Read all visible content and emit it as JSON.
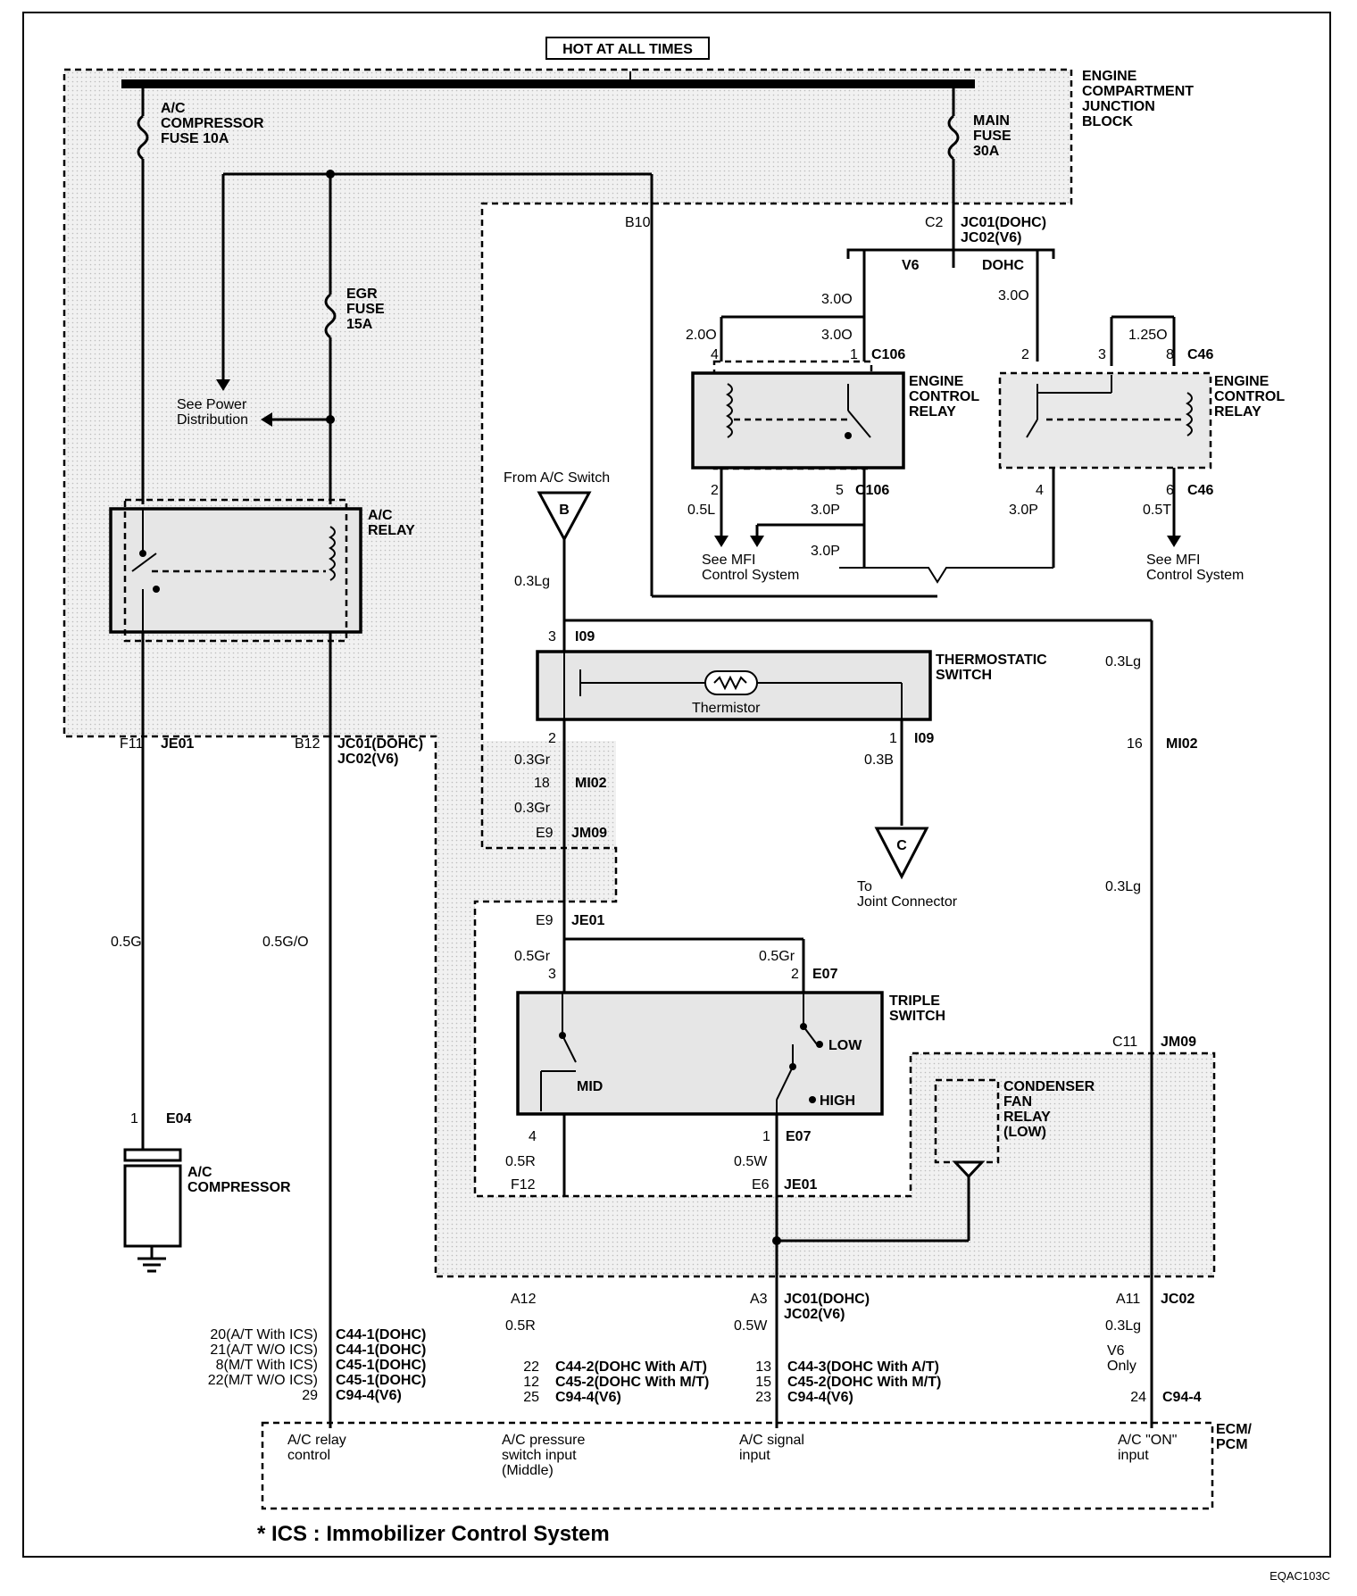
{
  "header": {
    "hot_label": "HOT AT ALL TIMES"
  },
  "junction_block": {
    "title": "ENGINE\nCOMPARTMENT\nJUNCTION\nBLOCK"
  },
  "fuses": {
    "ac_comp": "A/C\nCOMPRESSOR\nFUSE 10A",
    "main": "MAIN\nFUSE\n30A",
    "egr": "EGR\nFUSE\n15A"
  },
  "power_dist": "See Power\nDistribution",
  "ac_relay": {
    "title": "A/C\nRELAY"
  },
  "engine_relay_v6": {
    "title": "ENGINE\nCONTROL\nRELAY"
  },
  "engine_relay_dohc": {
    "title": "ENGINE\nCONTROL\nRELAY"
  },
  "thermo_switch": {
    "title": "THERMOSTATIC\nSWITCH",
    "thermistor": "Thermistor"
  },
  "triple_switch": {
    "title": "TRIPLE\nSWITCH",
    "low": "LOW",
    "high": "HIGH",
    "mid": "MID"
  },
  "condenser_relay": {
    "title": "CONDENSER\nFAN\nRELAY\n(LOW)"
  },
  "compressor": {
    "title": "A/C\nCOMPRESSOR"
  },
  "from_switch": "From A/C Switch",
  "to_joint": "To\nJoint Connector",
  "see_mfi_1": "See MFI\nControl System",
  "see_mfi_2": "See MFI\nControl System",
  "connector_labels": {
    "B": "B",
    "C": "C",
    "B10": "B10",
    "C2": "C2",
    "JC01_top": "JC01(DOHC)\nJC02(V6)",
    "V6": "V6",
    "DOHC": "DOHC",
    "w30a": "3.0O",
    "w30b": "3.0O",
    "w30c": "3.0O",
    "w20": "2.0O",
    "w125": "1.25O",
    "C106_top": "C106",
    "C106_bot": "C106",
    "C46_top": "C46",
    "C46_bot": "C46",
    "p4": "4",
    "p1": "1",
    "p2": "2",
    "p5": "5",
    "p2d": "2",
    "p3d": "3",
    "p8d": "8",
    "p4d": "4",
    "p6d": "6",
    "w05L": "0.5L",
    "w30P_a": "3.0P",
    "w30P_b": "3.0P",
    "w30P_c": "3.0P",
    "w05T": "0.5T",
    "w03Lg_a": "0.3Lg",
    "I09_top": "I09",
    "p3_i09": "3",
    "I09_bot": "I09",
    "p2_i09": "2",
    "p1_i09": "1",
    "w03Gr_a": "0.3Gr",
    "p18": "18",
    "MI02_a": "MI02",
    "w03Gr_b": "0.3Gr",
    "E9_a": "E9",
    "JM09_a": "JM09",
    "w03B": "0.3B",
    "w03Lg_b": "0.3Lg",
    "p16": "16",
    "MI02_b": "MI02",
    "w03Lg_c": "0.3Lg",
    "E9_b": "E9",
    "JE01_a": "JE01",
    "w05Gr_a": "0.5Gr",
    "w05Gr_b": "0.5Gr",
    "p3_e07": "3",
    "p2_e07": "2",
    "E07_a": "E07",
    "C11": "C11",
    "JM09_b": "JM09",
    "p4_e07": "4",
    "p1_e07": "1",
    "E07_b": "E07",
    "w05R_a": "0.5R",
    "w05W_a": "0.5W",
    "F12": "F12",
    "E6": "E6",
    "JE01_b": "JE01",
    "A12": "A12",
    "A3": "A3",
    "JC01_bot": "JC01(DOHC)\nJC02(V6)",
    "A11": "A11",
    "JC02": "JC02",
    "w05R_b": "0.5R",
    "w05W_b": "0.5W",
    "w03Lg_d": "0.3Lg",
    "v6only": "V6\nOnly",
    "F11": "F11",
    "JE01_c": "JE01",
    "B12": "B12",
    "JC01_mid": "JC01(DOHC)\nJC02(V6)",
    "w05G": "0.5G",
    "w05GO": "0.5G/O",
    "p1_e04": "1",
    "E04": "E04"
  },
  "ecm_pins": {
    "relay_nums": "20(A/T With ICS)\n21(A/T W/O ICS)\n8(M/T With ICS)\n22(M/T W/O ICS)\n29",
    "relay_conns": "C44-1(DOHC)\nC44-1(DOHC)\nC45-1(DOHC)\nC45-1(DOHC)\nC94-4(V6)",
    "press_nums": "22\n12\n25",
    "press_conns": "C44-2(DOHC With A/T)\nC45-2(DOHC With M/T)\nC94-4(V6)",
    "sig_nums": "13\n15\n23",
    "sig_conns": "C44-3(DOHC With A/T)\nC45-2(DOHC With M/T)\nC94-4(V6)",
    "on_num": "24",
    "on_conn": "C94-4"
  },
  "ecm": {
    "title": "ECM/\nPCM",
    "relay_ctrl": "A/C relay\ncontrol",
    "pressure": "A/C pressure\nswitch input\n(Middle)",
    "signal": "A/C signal\ninput",
    "on": "A/C \"ON\"\ninput"
  },
  "footnote": "* ICS : Immobilizer Control System",
  "diagram_code": "EQAC103C"
}
